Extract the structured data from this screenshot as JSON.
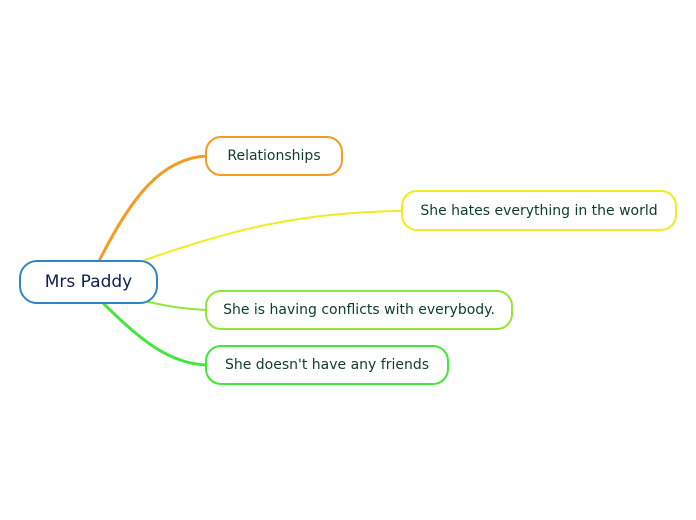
{
  "mindmap": {
    "root": {
      "label": "Mrs Paddy",
      "color": "#2f86c2"
    },
    "branches": [
      {
        "label": "Relationships",
        "color": "#f39c1f"
      },
      {
        "label": "She hates everything in the world",
        "color": "#f0ec1e"
      },
      {
        "label": "She is having conflicts with everybody.",
        "color": "#92e63a"
      },
      {
        "label": "She doesn't have any friends",
        "color": "#43e63a"
      }
    ]
  }
}
